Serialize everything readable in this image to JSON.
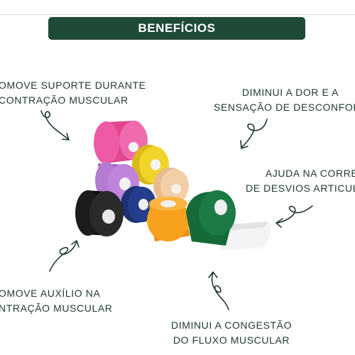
{
  "banner": {
    "title": "BENEFÍCIOS"
  },
  "benefits": {
    "top_left": [
      "OMOVE SUPORTE DURANTE",
      "CONTRAÇÃO MUSCULAR"
    ],
    "top_right": [
      "DIMINUI A DOR E A",
      "SENSAÇÃO DE DESCONFORT"
    ],
    "mid_right": [
      "AJUDA NA CORREÇ",
      "DE DESVIOS ARTICULA"
    ],
    "bottom_left": [
      "OMOVE AUXÍLIO NA",
      "NTRAÇÃO MUSCULAR"
    ],
    "bottom_center": [
      "DIMINUI A CONGESTÃO",
      "DO FLUXO MUSCULAR"
    ]
  },
  "colors": {
    "banner": "#1f4a38",
    "text": "#1f3a2e",
    "tape_pink": "#ee5aa6",
    "tape_yellow": "#f2d32a",
    "tape_purple": "#b57ad2",
    "tape_beige": "#f3cfa8",
    "tape_black": "#1c1c1c",
    "tape_navy": "#243e8c",
    "tape_orange": "#f7a11e",
    "tape_green": "#1c7a44"
  }
}
